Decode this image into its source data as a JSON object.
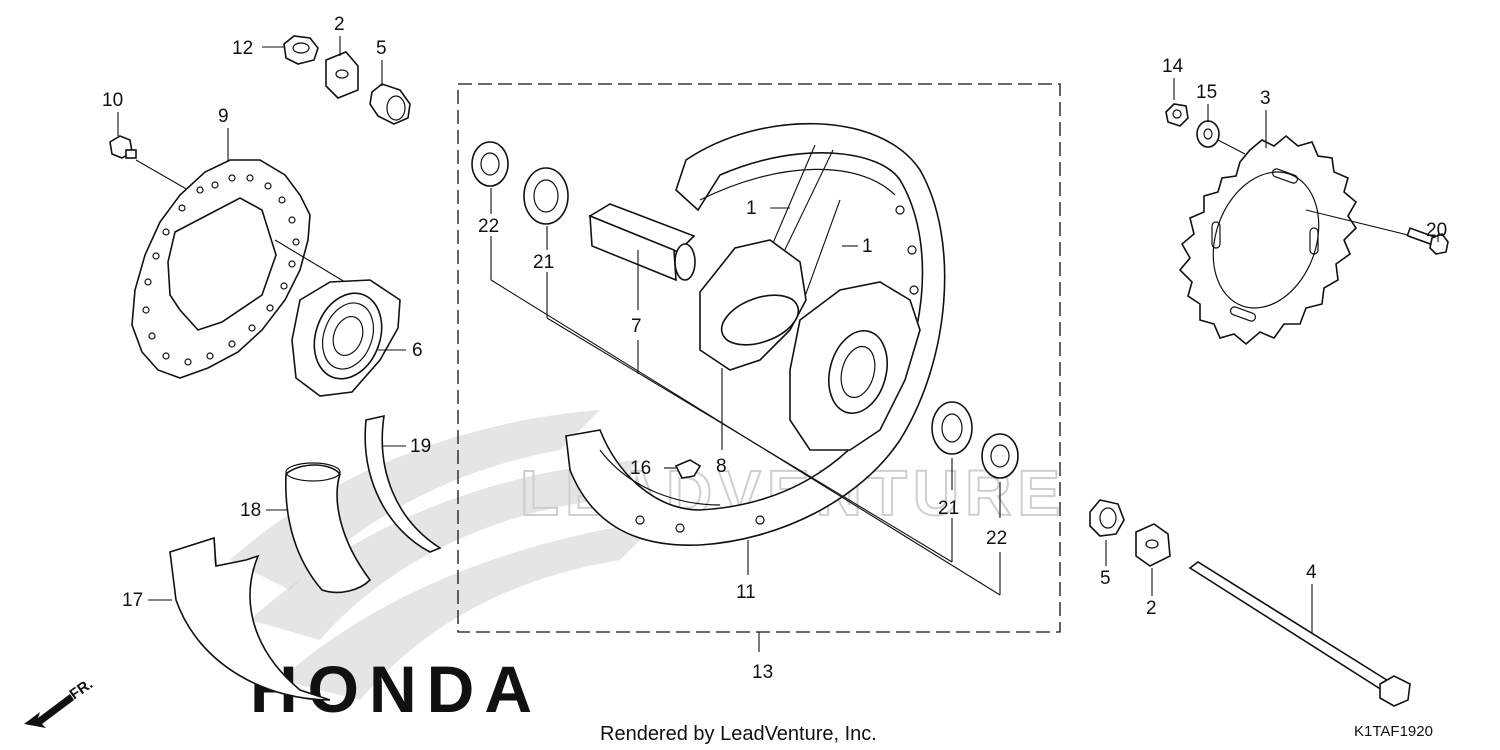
{
  "diagram": {
    "title": "",
    "callouts": [
      {
        "id": "c1a",
        "label": "1"
      },
      {
        "id": "c1b",
        "label": "1"
      },
      {
        "id": "c2a",
        "label": "2"
      },
      {
        "id": "c2b",
        "label": "2"
      },
      {
        "id": "c3",
        "label": "3"
      },
      {
        "id": "c4",
        "label": "4"
      },
      {
        "id": "c5a",
        "label": "5"
      },
      {
        "id": "c5b",
        "label": "5"
      },
      {
        "id": "c6",
        "label": "6"
      },
      {
        "id": "c7",
        "label": "7"
      },
      {
        "id": "c8",
        "label": "8"
      },
      {
        "id": "c9",
        "label": "9"
      },
      {
        "id": "c10",
        "label": "10"
      },
      {
        "id": "c11",
        "label": "11"
      },
      {
        "id": "c12",
        "label": "12"
      },
      {
        "id": "c13",
        "label": "13"
      },
      {
        "id": "c14",
        "label": "14"
      },
      {
        "id": "c15",
        "label": "15"
      },
      {
        "id": "c16",
        "label": "16"
      },
      {
        "id": "c17",
        "label": "17"
      },
      {
        "id": "c18",
        "label": "18"
      },
      {
        "id": "c19",
        "label": "19"
      },
      {
        "id": "c20",
        "label": "20"
      },
      {
        "id": "c21a",
        "label": "21"
      },
      {
        "id": "c21b",
        "label": "21"
      },
      {
        "id": "c22a",
        "label": "22"
      },
      {
        "id": "c22b",
        "label": "22"
      }
    ],
    "direction_label": "FR.",
    "footer_text": "Rendered by LeadVenture, Inc.",
    "diagram_code": "K1TAF1920",
    "watermark_text": "LEADVENTURE",
    "brand_watermark": "HONDA"
  },
  "colors": {
    "line": "#111111",
    "watermark": "#cfcfcf",
    "background": "#ffffff"
  }
}
